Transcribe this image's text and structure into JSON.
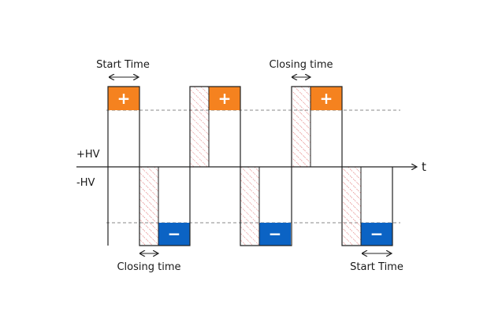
{
  "diagram": {
    "axis_label": "t",
    "positive_label": "+HV",
    "negative_label": "-HV",
    "annotations": {
      "start_time_top": "Start Time",
      "closing_time_top": "Closing time",
      "closing_time_bottom": "Closing time",
      "start_time_bottom": "Start Time"
    },
    "plus_sign": "+",
    "minus_sign": "−",
    "colors": {
      "positive_fill": "#F5821F",
      "negative_fill": "#0B63C4",
      "hatch": "#E07070",
      "line": "#222222",
      "dashed": "#888888"
    }
  }
}
